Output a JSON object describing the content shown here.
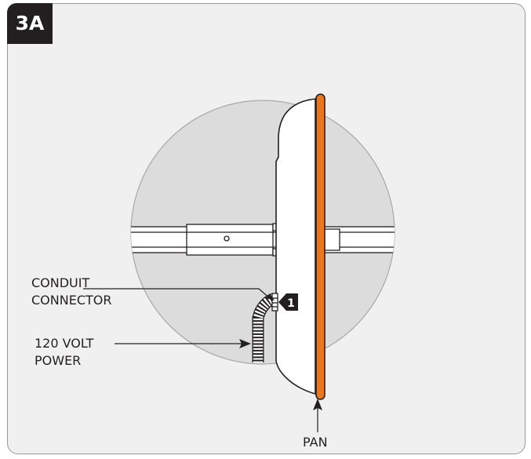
{
  "step_badge": "3A",
  "labels": {
    "conduit_connector": [
      "CONDUIT",
      "CONNECTOR"
    ],
    "power": [
      "120 VOLT",
      "POWER"
    ],
    "pan": "PAN",
    "callout_number": "1"
  },
  "colors": {
    "pan_edge": "#e87722",
    "panel_background": "#f0f0f0",
    "badge": "#231f20"
  }
}
